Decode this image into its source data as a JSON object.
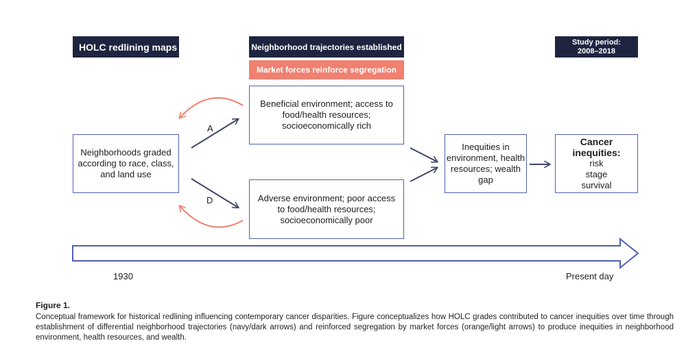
{
  "headers": {
    "holc": "HOLC redlining maps",
    "trajectories": "Neighborhood trajectories established",
    "market": "Market forces reinforce segregation",
    "study_line1": "Study period:",
    "study_line2": "2008–2018"
  },
  "boxes": {
    "graded": "Neighborhoods graded according to race, class, and land use",
    "beneficial": "Beneficial environment; access to food/health resources; socioeconomically rich",
    "adverse": "Adverse environment; poor access to food/health resources; socioeconomically poor",
    "inequities": "Inequities in environment, health resources; wealth gap",
    "cancer_title": "Cancer inequities:",
    "cancer_items": [
      "risk",
      "stage",
      "survival"
    ]
  },
  "labels": {
    "path_a": "A",
    "path_d": "D",
    "timeline_start": "1930",
    "timeline_end": "Present day"
  },
  "caption": {
    "title": "Figure 1.",
    "text": "Conceptual framework for historical redlining influencing contemporary cancer disparities. Figure conceptualizes how HOLC grades contributed to cancer inequities over time through establishment of differential neighborhood trajectories (navy/dark arrows) and reinforced segregation by market forces (orange/light arrows) to produce inequities in neighborhood environment, health resources, and wealth."
  },
  "colors": {
    "navy": "#1f2540",
    "salmon": "#f0806f",
    "box_border": "#5060b4",
    "dark_arrow": "#3f4666"
  }
}
